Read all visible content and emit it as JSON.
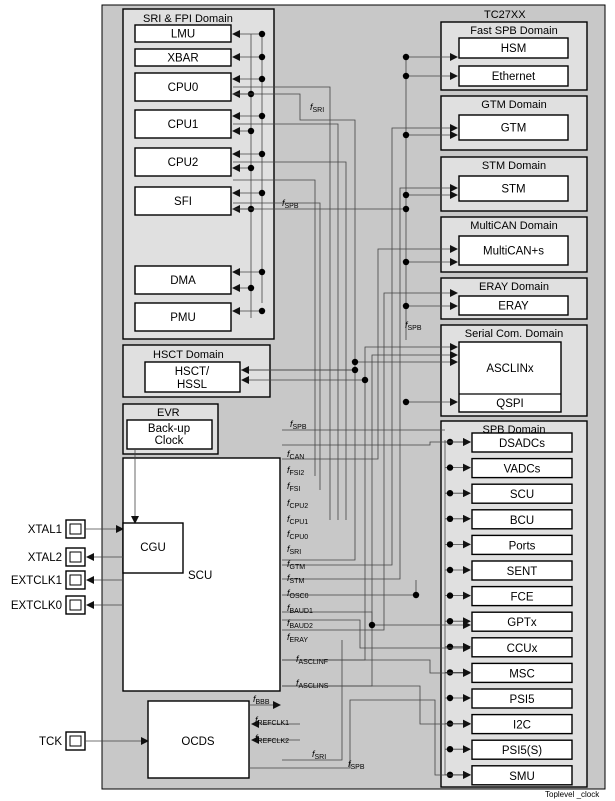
{
  "chip_title": "TC27XX",
  "domains": {
    "sri_fpi": {
      "title": "SRI & FPI Domain",
      "items": [
        "LMU",
        "XBAR",
        "CPU0",
        "CPU1",
        "CPU2",
        "SFI",
        "DMA",
        "PMU"
      ]
    },
    "hsct": {
      "title": "HSCT Domain",
      "items": [
        "HSCT/ HSSL"
      ]
    },
    "evr": {
      "title": "EVR",
      "items": [
        "Back-up Clock"
      ]
    },
    "fast_spb": {
      "title": "Fast SPB Domain",
      "items": [
        "HSM",
        "Ethernet"
      ]
    },
    "gtm": {
      "title": "GTM Domain",
      "items": [
        "GTM"
      ]
    },
    "stm": {
      "title": "STM Domain",
      "items": [
        "STM"
      ]
    },
    "multican": {
      "title": "MultiCAN Domain",
      "items": [
        "MultiCAN+s"
      ]
    },
    "eray": {
      "title": "ERAY Domain",
      "items": [
        "ERAY"
      ]
    },
    "serial": {
      "title": "Serial Com. Domain",
      "items": [
        "ASCLINx",
        "QSPI"
      ]
    },
    "spb": {
      "title": "SPB Domain",
      "items": [
        "DSADCs",
        "VADCs",
        "SCU",
        "BCU",
        "Ports",
        "SENT",
        "FCE",
        "GPTx",
        "CCUx",
        "MSC",
        "PSI5",
        "I2C",
        "PSI5(S)",
        "SMU"
      ]
    }
  },
  "scu": {
    "label": "SCU",
    "cgu": "CGU"
  },
  "ocds": "OCDS",
  "pins": [
    "XTAL1",
    "XTAL2",
    "EXTCLK1",
    "EXTCLK0",
    "TCK"
  ],
  "clocks": [
    {
      "name": "f",
      "sub": "SRI"
    },
    {
      "name": "f",
      "sub": "SPB"
    },
    {
      "name": "f",
      "sub": "SPB"
    },
    {
      "name": "f",
      "sub": "SPB"
    },
    {
      "name": "f",
      "sub": "CAN"
    },
    {
      "name": "f",
      "sub": "FSI2"
    },
    {
      "name": "f",
      "sub": "FSI"
    },
    {
      "name": "f",
      "sub": "CPU2"
    },
    {
      "name": "f",
      "sub": "CPU1"
    },
    {
      "name": "f",
      "sub": "CPU0"
    },
    {
      "name": "f",
      "sub": "SRI"
    },
    {
      "name": "f",
      "sub": "GTM"
    },
    {
      "name": "f",
      "sub": "STM"
    },
    {
      "name": "f",
      "sub": "OSC0"
    },
    {
      "name": "f",
      "sub": "BAUD1"
    },
    {
      "name": "f",
      "sub": "BAUD2"
    },
    {
      "name": "f",
      "sub": "ERAY"
    },
    {
      "name": "f",
      "sub": "ASCLINF"
    },
    {
      "name": "f",
      "sub": "ASCLINS"
    },
    {
      "name": "f",
      "sub": "BBB"
    },
    {
      "name": "f",
      "sub": "REFCLK1"
    },
    {
      "name": "f",
      "sub": "REFCLK2"
    },
    {
      "name": "f",
      "sub": "SRI"
    },
    {
      "name": "f",
      "sub": "SPB"
    }
  ],
  "caption": "Toplevel _clock"
}
